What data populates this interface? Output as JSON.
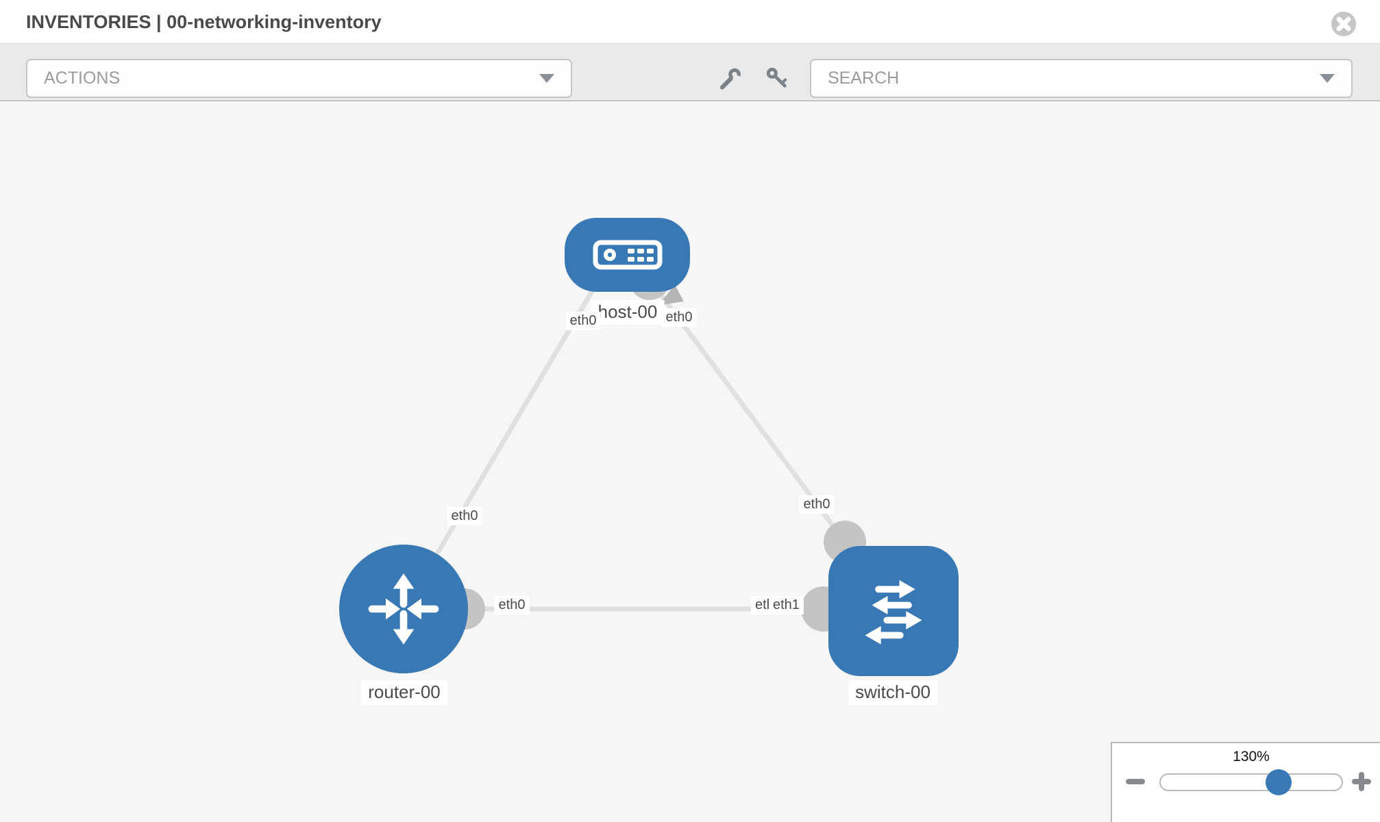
{
  "header": {
    "title": "INVENTORIES | 00-networking-inventory"
  },
  "toolbar": {
    "actions_placeholder": "ACTIONS",
    "search_placeholder": "SEARCH"
  },
  "canvas": {
    "nodes": [
      {
        "label": "host-00",
        "type": "host",
        "icon": "host-icon"
      },
      {
        "label": "router-00",
        "type": "router",
        "icon": "router-icon"
      },
      {
        "label": "switch-00",
        "type": "switch",
        "icon": "switch-icon"
      }
    ],
    "links": [
      {
        "from": "host-00",
        "to": "router-00",
        "host_end_label": "eth0",
        "far_end_label": "eth0"
      },
      {
        "from": "host-00",
        "to": "switch-00",
        "host_end_label": "eth0",
        "far_end_label": "eth0"
      },
      {
        "from": "router-00",
        "to": "switch-00",
        "router_end_label": "eth0",
        "switch_end_label_behind": "eth0",
        "switch_end_label_front": "eth1"
      }
    ]
  },
  "zoom_control": {
    "level": "130%",
    "slider_percent": 65
  },
  "colors": {
    "node_blue": "#3778b5",
    "link_gray": "#e0e0e0",
    "interface_gray": "#c4c4c4",
    "toolbar_bg": "#eaeaea",
    "canvas_bg": "#f6f6f6"
  }
}
